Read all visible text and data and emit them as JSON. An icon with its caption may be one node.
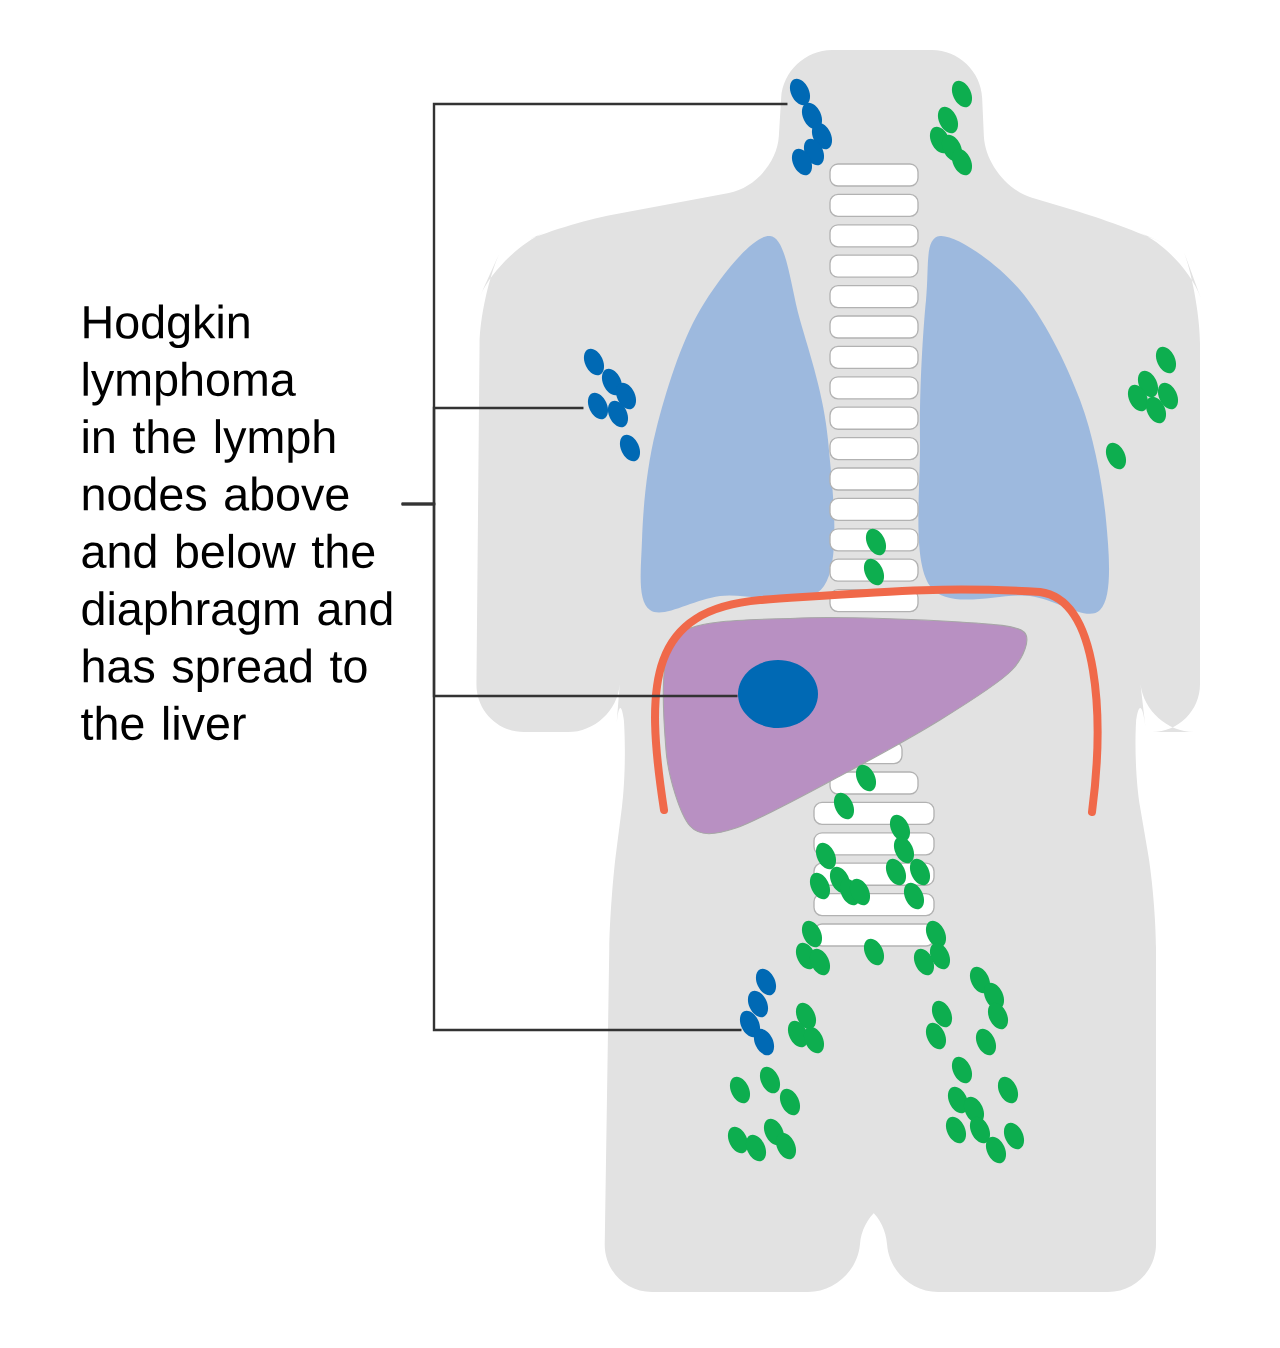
{
  "diagram": {
    "nodes": [
      {
        "text": [
          "Hodgkin lymphoma in the lymph nodes above and below the diaphragm and has spread to the liver"
        ]
      },
      {
        "text": [],
        "shape": "picture"
      },
      {
        "text": [],
        "shape": "picture"
      },
      {
        "text": [],
        "shape": "circle"
      },
      {
        "text": [],
        "shape": "picture"
      }
    ],
    "edges": [
      {
        "from": 0,
        "to": 1,
        "arrow": "none"
      },
      {
        "from": 0,
        "to": 2,
        "arrow": "none"
      },
      {
        "from": 0,
        "to": 3,
        "arrow": "none"
      },
      {
        "from": 0,
        "to": 4,
        "arrow": "none"
      }
    ]
  }
}
